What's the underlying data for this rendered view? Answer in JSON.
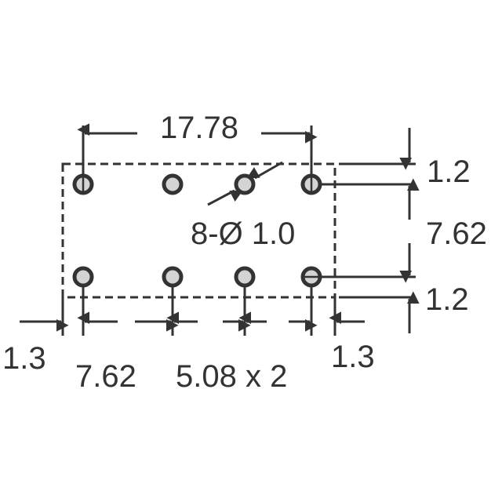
{
  "dimensions": {
    "pitch_total": "17.78",
    "hole_spec": "8-Ø 1.0",
    "top_offset": "1.2",
    "row_spacing": "7.62",
    "bottom_offset": "1.2",
    "left_offset": "1.3",
    "first_pitch": "7.62",
    "other_pitch": "5.08 x 2",
    "right_offset": "1.3"
  },
  "colors": {
    "line": "#333333",
    "hole_fill": "#d4d4d4"
  }
}
